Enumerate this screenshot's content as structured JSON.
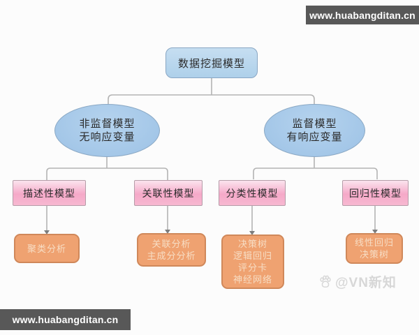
{
  "diagram": {
    "root": {
      "label": "数据挖掘模型"
    },
    "branches": [
      {
        "line1": "非监督模型",
        "line2": "无响应变量"
      },
      {
        "line1": "监督模型",
        "line2": "有响应变量"
      }
    ],
    "models": [
      {
        "label": "描述性模型",
        "methods": [
          "聚类分析"
        ]
      },
      {
        "label": "关联性模型",
        "methods": [
          "关联分析",
          "主成分分析"
        ]
      },
      {
        "label": "分类性模型",
        "methods": [
          "决策树",
          "逻辑回归",
          "评分卡",
          "神经网络"
        ]
      },
      {
        "label": "回归性模型",
        "methods": [
          "线性回归",
          "决策树"
        ]
      }
    ]
  },
  "watermarks": {
    "site_top": "www.huabangditan.cn",
    "site_bottom": "www.huabangditan.cn",
    "credit": "@VN新知",
    "credit_icon": "paw-icon"
  },
  "colors": {
    "node_blue": "#aed0ea",
    "node_pink": "#f5a9c8",
    "node_orange": "#efa271",
    "bar_gray": "#585858",
    "wire_gray": "#b3b3b3"
  }
}
